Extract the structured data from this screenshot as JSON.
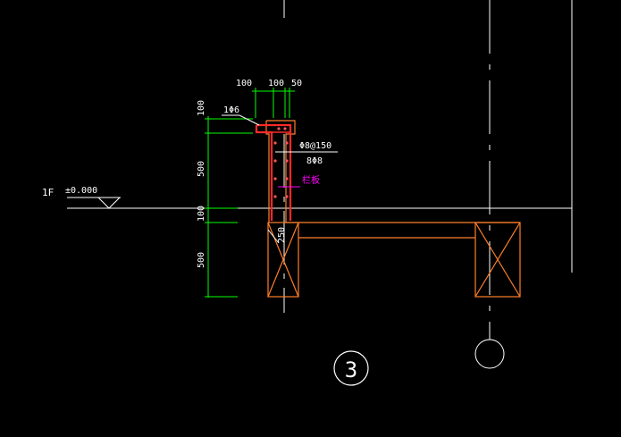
{
  "drawing": {
    "colors": {
      "background": "#000000",
      "white": "#ffffff",
      "green": "#00ff00",
      "red": "#ff2a2a",
      "orange": "#ff7f2a",
      "magenta": "#ff00ff"
    },
    "dimensions": {
      "top": [
        "100",
        "100",
        "50"
      ],
      "left": [
        "100",
        "500",
        "100",
        "500"
      ],
      "beam_width": "250"
    },
    "annotations": {
      "top_bar": "1Φ6",
      "stirrup": "Φ8@150",
      "main_bar": "8Φ8",
      "component": "栏板"
    },
    "level": {
      "floor": "1F",
      "elevation": "±0.000"
    },
    "section_number": "3"
  }
}
